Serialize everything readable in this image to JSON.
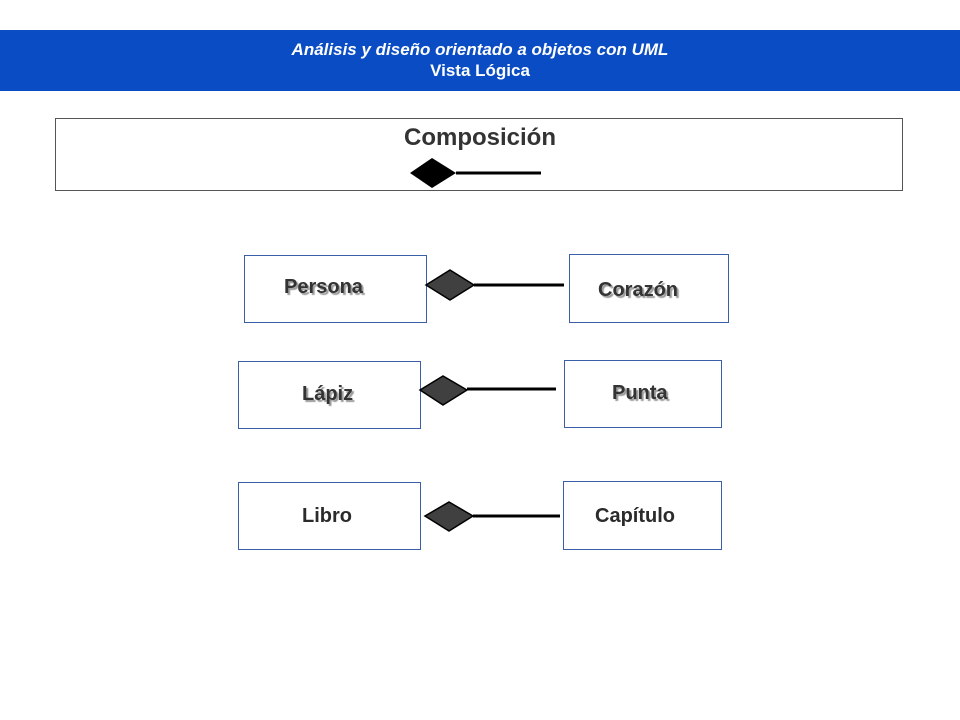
{
  "header": {
    "title": "Análisis y diseño orientado a objetos con UML",
    "subtitle": "Vista Lógica"
  },
  "legend": {
    "title": "Composición",
    "symbol": "composition-diamond-icon"
  },
  "compositions": [
    {
      "whole": "Persona",
      "part": "Corazón"
    },
    {
      "whole": "Lápiz",
      "part": "Punta"
    },
    {
      "whole": "Libro",
      "part": "Capítulo"
    }
  ],
  "colors": {
    "header_bg": "#0a4cc4",
    "header_text": "#ffffff",
    "diamond_fill": "#404040",
    "box_border": "#3a5fa8"
  }
}
